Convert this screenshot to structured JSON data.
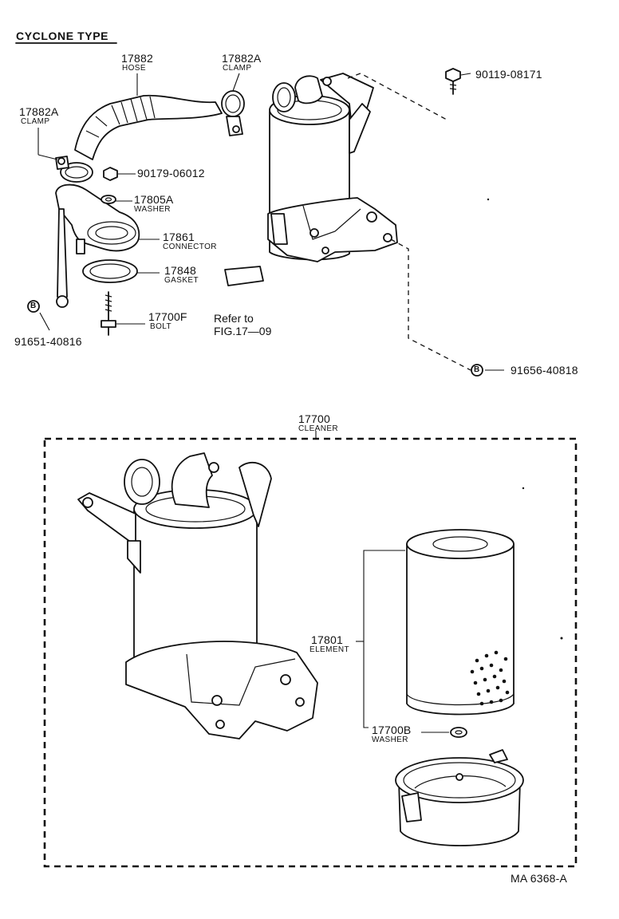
{
  "title": "CYCLONE TYPE",
  "parts": {
    "hose": {
      "num": "17882",
      "name": "HOSE"
    },
    "clamp_top": {
      "num": "17882A",
      "name": "CLAMP"
    },
    "clamp_left": {
      "num": "17882A",
      "name": "CLAMP"
    },
    "bolt_top": {
      "num": "90119-08171"
    },
    "nut": {
      "num": "90179-06012"
    },
    "washer_a": {
      "num": "17805A",
      "name": "WASHER"
    },
    "connector": {
      "num": "17861",
      "name": "CONNECTOR"
    },
    "gasket": {
      "num": "17848",
      "name": "GASKET"
    },
    "bolt_f": {
      "num": "17700F",
      "name": "BOLT"
    },
    "refer_line1": "Refer to",
    "refer_line2": "FIG.17—09",
    "b_left": {
      "marker": "B",
      "num": "91651-40816"
    },
    "b_right": {
      "marker": "B",
      "num": "91656-40818"
    },
    "cleaner": {
      "num": "17700",
      "name": "CLEANER"
    },
    "element": {
      "num": "17801",
      "name": "ELEMENT"
    },
    "washer_b": {
      "num": "17700B",
      "name": "WASHER"
    }
  },
  "footer_code": "MA  6368-A"
}
